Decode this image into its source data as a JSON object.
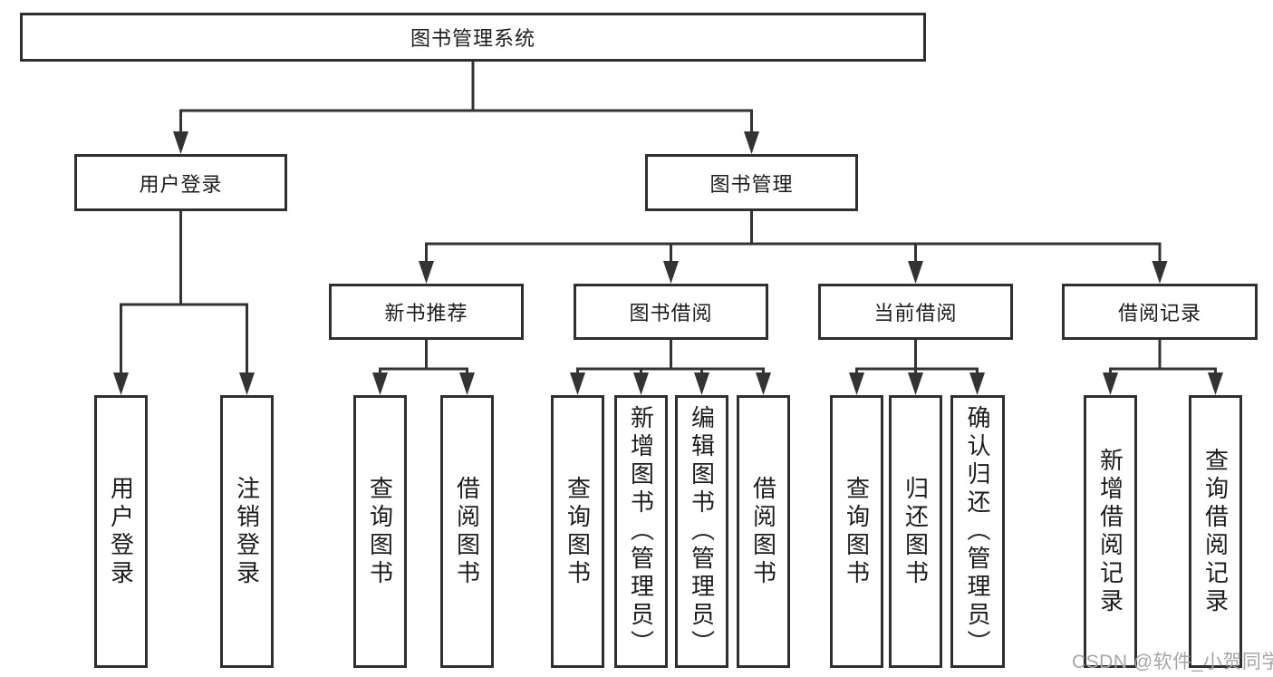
{
  "colors": {
    "line": "#333333",
    "box_border": "#2f2f2f",
    "text": "#1c1c1c",
    "watermark": "#a6a6a6",
    "background": "#ffffff"
  },
  "diagram": {
    "root": {
      "label": "图书管理系统"
    },
    "level2": [
      {
        "label": "用户登录"
      },
      {
        "label": "图书管理"
      }
    ],
    "level3": [
      {
        "label": "新书推荐"
      },
      {
        "label": "图书借阅"
      },
      {
        "label": "当前借阅"
      },
      {
        "label": "借阅记录"
      }
    ],
    "leaves": {
      "user_login": [
        "用户登录",
        "注销登录"
      ],
      "new_book": [
        "查询图书",
        "借阅图书"
      ],
      "borrow": [
        "查询图书",
        "新增图书（管理员）",
        "编辑图书（管理员）",
        "借阅图书"
      ],
      "current": [
        "查询图书",
        "归还图书",
        "确认归还（管理员）"
      ],
      "records": [
        "新增借阅记录",
        "查询借阅记录"
      ]
    }
  },
  "watermark": {
    "text": "CSDN @软件_小贺同学"
  }
}
